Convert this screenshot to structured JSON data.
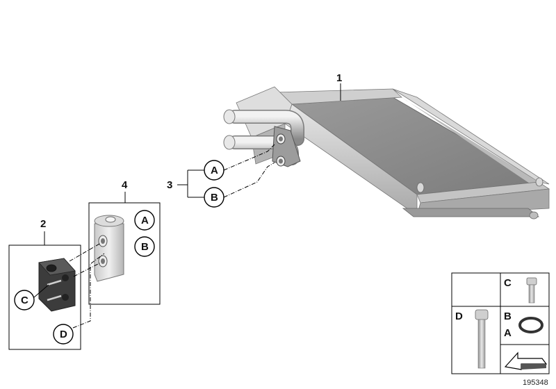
{
  "callouts": {
    "heater_core": "1",
    "gasket": "2",
    "bracket_connectors": "3",
    "expansion_valve": "4"
  },
  "circle_labels": {
    "core_a": "A",
    "core_b": "B",
    "valve_a": "A",
    "valve_b": "B",
    "gasket_c": "C",
    "gasket_d": "D"
  },
  "legend": {
    "c": "C",
    "d": "D",
    "b": "B",
    "a": "A"
  },
  "reference_number": "195348"
}
